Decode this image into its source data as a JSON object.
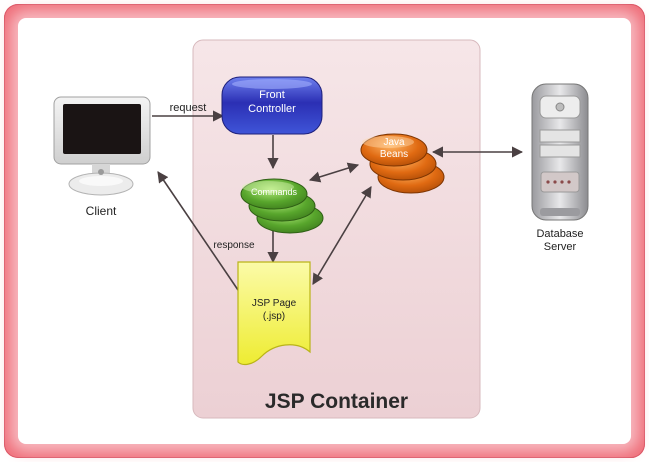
{
  "container": {
    "title": "JSP Container"
  },
  "nodes": {
    "front_controller": {
      "line1": "Front",
      "line2": "Controller"
    },
    "commands": {
      "label": "Commands"
    },
    "java_beans": {
      "line1": "Java",
      "line2": "Beans"
    },
    "jsp_page": {
      "line1": "JSP Page",
      "line2": "(.jsp)"
    },
    "client": {
      "label": "Client"
    },
    "database": {
      "line1": "Database",
      "line2": "Server"
    }
  },
  "edges": {
    "request": "request",
    "response": "response"
  },
  "colors": {
    "frame": "#ef6f7a",
    "container_fill": "#f3dfe1",
    "front_controller": "#3a3fc8",
    "commands": "#5aa832",
    "java_beans": "#e2701a",
    "jsp_page": "#f4f04a"
  }
}
